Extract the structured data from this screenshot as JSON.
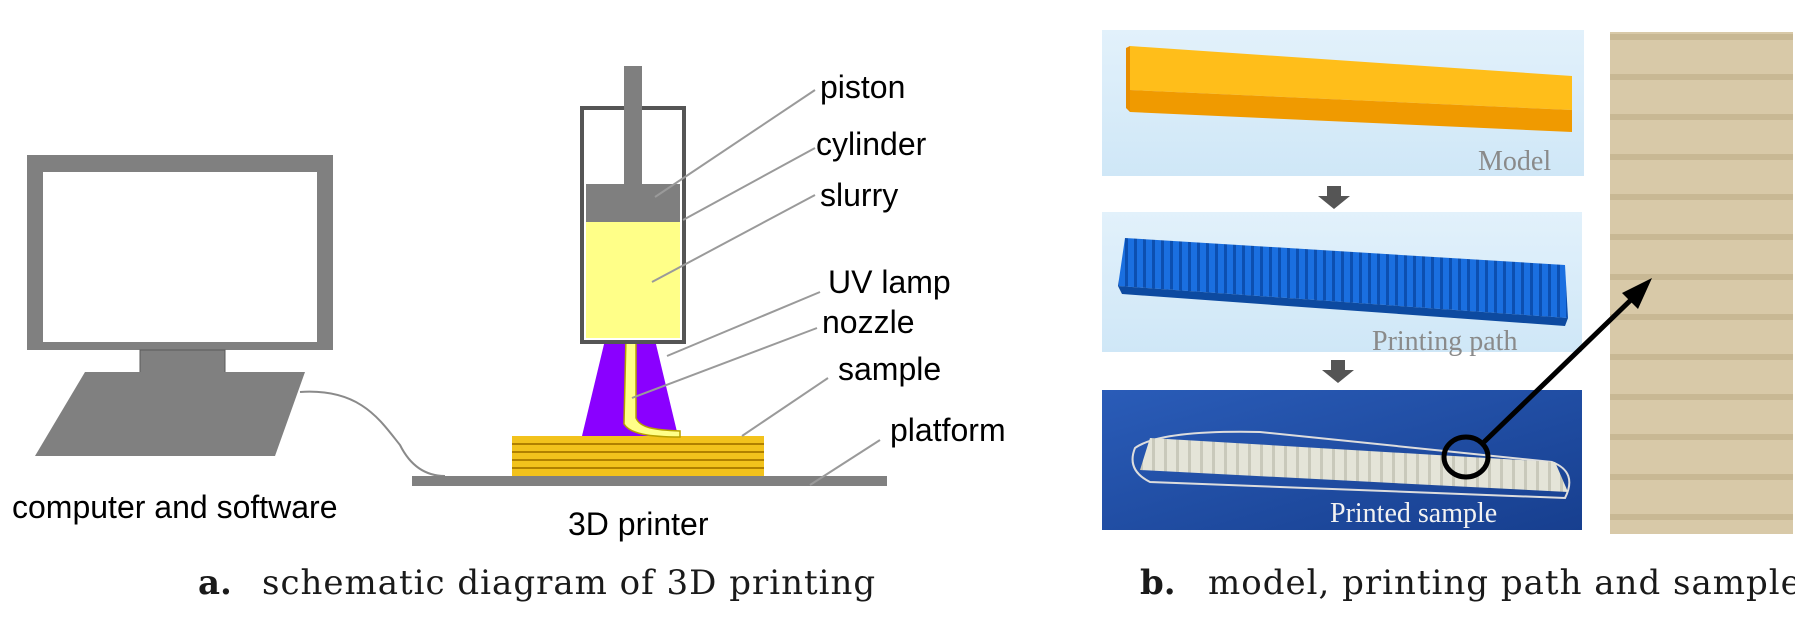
{
  "panel_a": {
    "labels": {
      "piston": "piston",
      "cylinder": "cylinder",
      "slurry": "slurry",
      "uv_lamp": "UV lamp",
      "nozzle": "nozzle",
      "sample": "sample",
      "platform": "platform",
      "computer": "computer and software",
      "printer": "3D printer"
    },
    "caption": {
      "letter": "a.",
      "text": "schematic diagram of 3D printing"
    },
    "colors": {
      "monitor": "#808080",
      "slurry": "#ffff88",
      "uv_light": "#8a00ff",
      "sample_layers": "#f2c21c"
    }
  },
  "panel_b": {
    "stages": {
      "model": "Model",
      "printing_path": "Printing path",
      "printed_sample": "Printed sample"
    },
    "caption": {
      "letter": "b.",
      "text": "model, printing path and sample"
    },
    "colors": {
      "model_block": "#ffb000",
      "path_block": "#1a6fe0",
      "photo_background": "#1d4fa8",
      "surface_photo": "#d7c8a6"
    }
  }
}
